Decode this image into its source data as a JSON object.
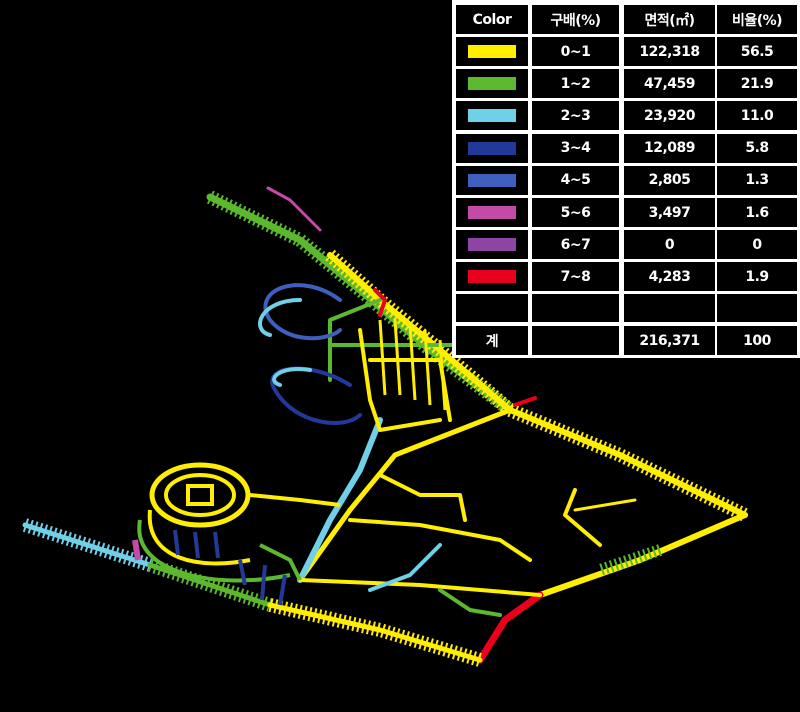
{
  "legend": {
    "headers": [
      "Color",
      "구배(%)",
      "면적(㎡)",
      "비율(%)"
    ],
    "rows": [
      {
        "color": "#ffee00",
        "slope": "0~1",
        "area": "122,318",
        "ratio": "56.5"
      },
      {
        "color": "#5cb82e",
        "slope": "1~2",
        "area": "47,459",
        "ratio": "21.9"
      },
      {
        "color": "#6fd0e8",
        "slope": "2~3",
        "area": "23,920",
        "ratio": "11.0"
      },
      {
        "color": "#23399a",
        "slope": "3~4",
        "area": "12,089",
        "ratio": "5.8"
      },
      {
        "color": "#3f5fbf",
        "slope": "4~5",
        "area": "2,805",
        "ratio": "1.3"
      },
      {
        "color": "#c44aa8",
        "slope": "5~6",
        "area": "3,497",
        "ratio": "1.6"
      },
      {
        "color": "#8e44a3",
        "slope": "6~7",
        "area": "0",
        "ratio": "0"
      },
      {
        "color": "#e8001c",
        "slope": "7~8",
        "area": "4,283",
        "ratio": "1.9"
      }
    ],
    "total": {
      "label": "계",
      "slope": "",
      "area": "216,371",
      "ratio": "100"
    }
  }
}
